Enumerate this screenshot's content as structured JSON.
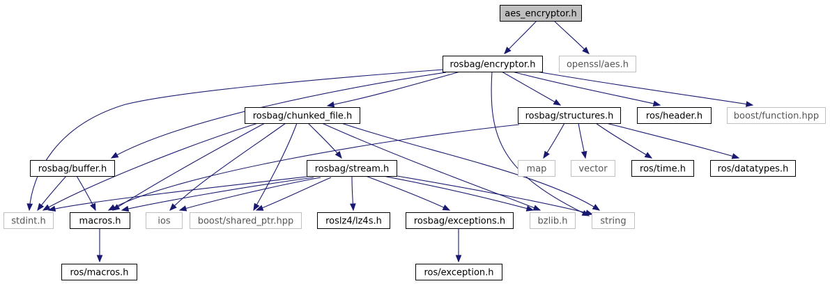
{
  "colors": {
    "edge": "#191970",
    "local_border": "#000000",
    "system_border": "#bfbfbf",
    "root_fill": "#bfbfbf",
    "text_local": "#000000",
    "text_system": "#555555"
  },
  "nodes": [
    {
      "id": "aes_encryptor",
      "label": "aes_encryptor.h",
      "kind": "root"
    },
    {
      "id": "encryptor",
      "label": "rosbag/encryptor.h",
      "kind": "local"
    },
    {
      "id": "openssl_aes",
      "label": "openssl/aes.h",
      "kind": "system"
    },
    {
      "id": "chunked_file",
      "label": "rosbag/chunked_file.h",
      "kind": "local"
    },
    {
      "id": "structures",
      "label": "rosbag/structures.h",
      "kind": "local"
    },
    {
      "id": "ros_header",
      "label": "ros/header.h",
      "kind": "local"
    },
    {
      "id": "boost_function",
      "label": "boost/function.hpp",
      "kind": "system"
    },
    {
      "id": "buffer",
      "label": "rosbag/buffer.h",
      "kind": "local"
    },
    {
      "id": "stream",
      "label": "rosbag/stream.h",
      "kind": "local"
    },
    {
      "id": "map",
      "label": "map",
      "kind": "system"
    },
    {
      "id": "vector",
      "label": "vector",
      "kind": "system"
    },
    {
      "id": "ros_time",
      "label": "ros/time.h",
      "kind": "local"
    },
    {
      "id": "ros_datatypes",
      "label": "ros/datatypes.h",
      "kind": "local"
    },
    {
      "id": "stdint",
      "label": "stdint.h",
      "kind": "system"
    },
    {
      "id": "macros",
      "label": "macros.h",
      "kind": "local"
    },
    {
      "id": "ios",
      "label": "ios",
      "kind": "system"
    },
    {
      "id": "shared_ptr",
      "label": "boost/shared_ptr.hpp",
      "kind": "system"
    },
    {
      "id": "roslz4",
      "label": "roslz4/lz4s.h",
      "kind": "local"
    },
    {
      "id": "exceptions",
      "label": "rosbag/exceptions.h",
      "kind": "local"
    },
    {
      "id": "bzlib",
      "label": "bzlib.h",
      "kind": "system"
    },
    {
      "id": "string",
      "label": "string",
      "kind": "system"
    },
    {
      "id": "ros_macros",
      "label": "ros/macros.h",
      "kind": "local"
    },
    {
      "id": "ros_exception",
      "label": "ros/exception.h",
      "kind": "local"
    }
  ],
  "edges": [
    {
      "from": "aes_encryptor",
      "to": "encryptor"
    },
    {
      "from": "aes_encryptor",
      "to": "openssl_aes"
    },
    {
      "from": "encryptor",
      "to": "stdint"
    },
    {
      "from": "encryptor",
      "to": "buffer"
    },
    {
      "from": "encryptor",
      "to": "chunked_file"
    },
    {
      "from": "encryptor",
      "to": "string"
    },
    {
      "from": "encryptor",
      "to": "structures"
    },
    {
      "from": "encryptor",
      "to": "ros_header"
    },
    {
      "from": "encryptor",
      "to": "boost_function"
    },
    {
      "from": "chunked_file",
      "to": "stdint"
    },
    {
      "from": "chunked_file",
      "to": "macros"
    },
    {
      "from": "chunked_file",
      "to": "ios"
    },
    {
      "from": "chunked_file",
      "to": "shared_ptr"
    },
    {
      "from": "chunked_file",
      "to": "stream"
    },
    {
      "from": "chunked_file",
      "to": "bzlib"
    },
    {
      "from": "chunked_file",
      "to": "string"
    },
    {
      "from": "structures",
      "to": "macros"
    },
    {
      "from": "structures",
      "to": "map"
    },
    {
      "from": "structures",
      "to": "vector"
    },
    {
      "from": "structures",
      "to": "ros_time"
    },
    {
      "from": "structures",
      "to": "ros_datatypes"
    },
    {
      "from": "buffer",
      "to": "stdint"
    },
    {
      "from": "buffer",
      "to": "macros"
    },
    {
      "from": "stream",
      "to": "stdint"
    },
    {
      "from": "stream",
      "to": "macros"
    },
    {
      "from": "stream",
      "to": "ios"
    },
    {
      "from": "stream",
      "to": "shared_ptr"
    },
    {
      "from": "stream",
      "to": "roslz4"
    },
    {
      "from": "stream",
      "to": "exceptions"
    },
    {
      "from": "stream",
      "to": "bzlib"
    },
    {
      "from": "stream",
      "to": "string"
    },
    {
      "from": "macros",
      "to": "ros_macros"
    },
    {
      "from": "exceptions",
      "to": "ros_exception"
    }
  ]
}
